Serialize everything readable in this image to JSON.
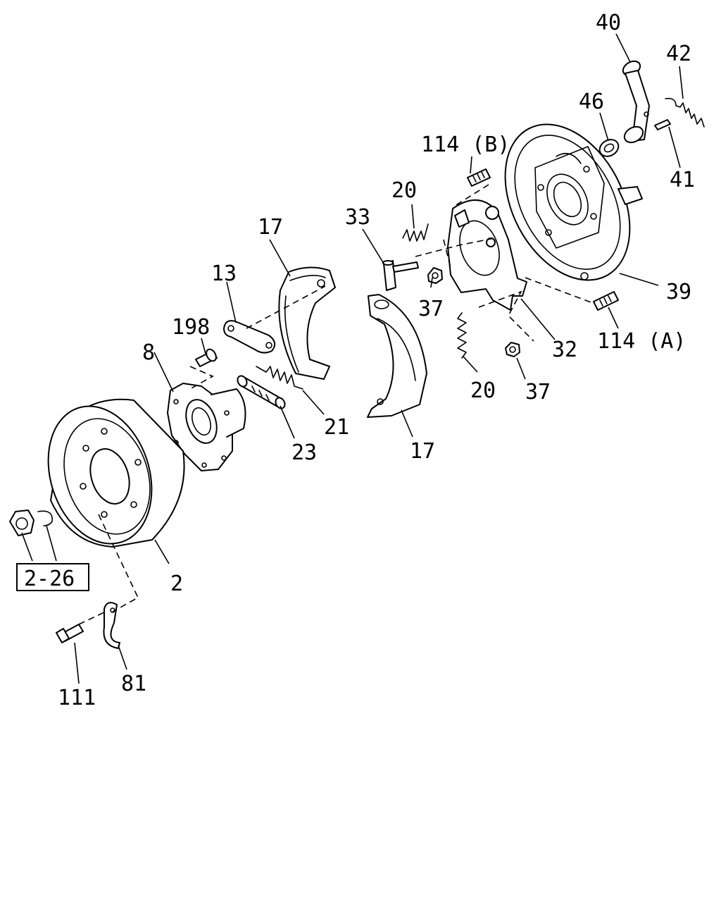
{
  "callouts": {
    "c40": "40",
    "c42": "42",
    "c46": "46",
    "c41": "41",
    "c114b": "114 (B)",
    "c20_top": "20",
    "c33": "33",
    "c17_top": "17",
    "c13": "13",
    "c39": "39",
    "c37_left": "37",
    "c114a": "114 (A)",
    "c198": "198",
    "c8": "8",
    "c32": "32",
    "c20_bottom": "20",
    "c37_right": "37",
    "c21": "21",
    "c23": "23",
    "c17_bottom": "17",
    "c2": "2",
    "c81": "81",
    "c111": "111"
  },
  "reference_box": "2-26"
}
